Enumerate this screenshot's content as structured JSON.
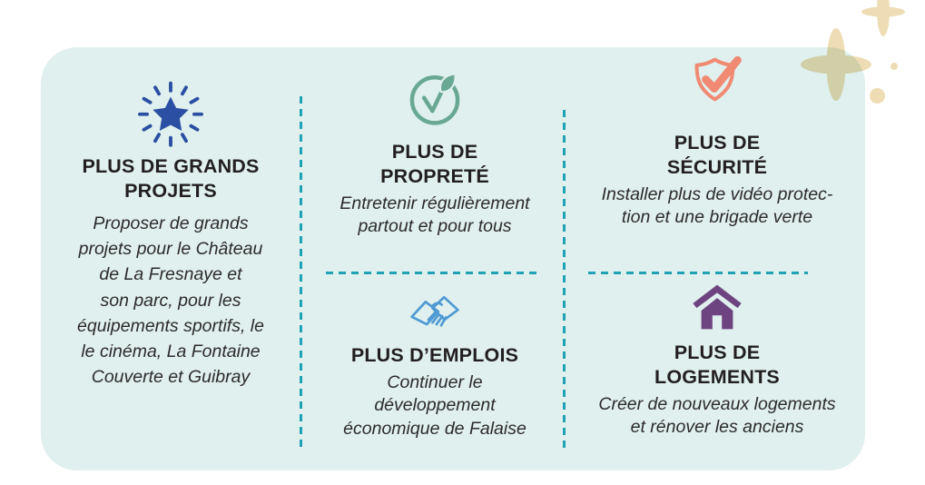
{
  "theme": {
    "page_bg": "#ffffff",
    "card_bg": "#dff0ee",
    "divider": "#1fa3b4",
    "heading": "#231f20",
    "body_text": "#2d2b2c",
    "star_blue": "#2b4fa2",
    "leaf_green": "#69a893",
    "shield_coral": "#f18a72",
    "handshake_blue": "#4f9ad3",
    "house_purple": "#6e4480",
    "sparkle_beige": "#eedcb4"
  },
  "sections": {
    "projets": {
      "icon": "star-burst-icon",
      "title": "PLUS DE GRANDS\nPROJETS",
      "body": "Proposer de grands\nprojets pour le Château\nde La Fresnaye et\nson parc, pour les\néquipements sportifs, le\nle cinéma, La Fontaine\nCouverte et Guibray"
    },
    "proprete": {
      "icon": "eco-check-icon",
      "title": "PLUS DE\nPROPRETÉ",
      "body": "Entretenir régulièrement\npartout et pour tous"
    },
    "securite": {
      "icon": "shield-check-icon",
      "title": "PLUS DE\nSÉCURITÉ",
      "body": "Installer plus de vidéo protec-\ntion et une brigade verte"
    },
    "emplois": {
      "icon": "handshake-icon",
      "title": "PLUS D’EMPLOIS",
      "body": "Continuer le\ndéveloppement\néconomique de Falaise"
    },
    "logements": {
      "icon": "house-icon",
      "title": "PLUS DE\nLOGEMENTS",
      "body": "Créer de nouveaux logements\net rénover les anciens"
    }
  }
}
